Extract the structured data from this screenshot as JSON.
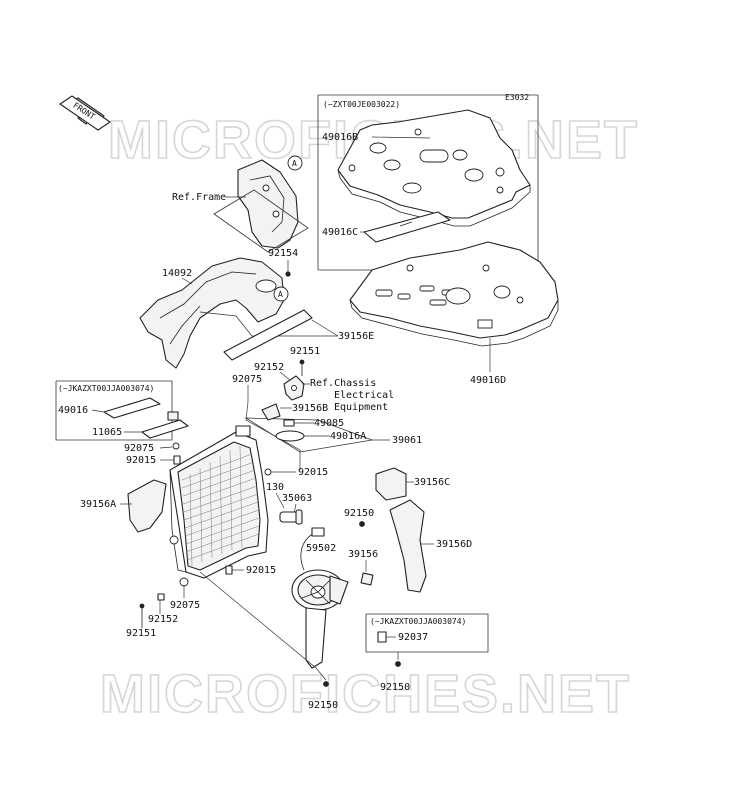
{
  "diagram": {
    "code": "E3032",
    "front_label": "FRONT",
    "watermark": "MICROFICHES.NET",
    "callout_marker": "A",
    "serial_notes": {
      "top_right": "(~ZXT00JE003022)",
      "left": "(~JKAZXT00JJA003074)",
      "lower_right": "(~JKAZXT00JJA003074)"
    },
    "labels": {
      "ref_frame": "Ref.Frame",
      "ref_chassis_1": "Ref.Chassis",
      "ref_chassis_2": "Electrical",
      "ref_chassis_3": "Equipment",
      "p49016B": "49016B",
      "p49016C": "49016C",
      "p49016D": "49016D",
      "p92154": "92154",
      "p14092": "14092",
      "p39156E": "39156E",
      "p92151_top": "92151",
      "p92152_top": "92152",
      "p92075_top": "92075",
      "p49016": "49016",
      "p11065": "11065",
      "p39156B": "39156B",
      "p49085": "49085",
      "p49016A": "49016A",
      "p39061": "39061",
      "p92075_mid": "92075",
      "p92015_left": "92015",
      "p92015_right": "92015",
      "p39156C": "39156C",
      "p130": "130",
      "p35063": "35063",
      "p39156A": "39156A",
      "p92150_a": "92150",
      "p39156D": "39156D",
      "p59502": "59502",
      "p39156": "39156",
      "p92015_bottom": "92015",
      "p92075_bottom": "92075",
      "p92152_bottom": "92152",
      "p92151_bottom": "92151",
      "p92037": "92037",
      "p92150_b": "92150",
      "p92150_c": "92150"
    }
  }
}
